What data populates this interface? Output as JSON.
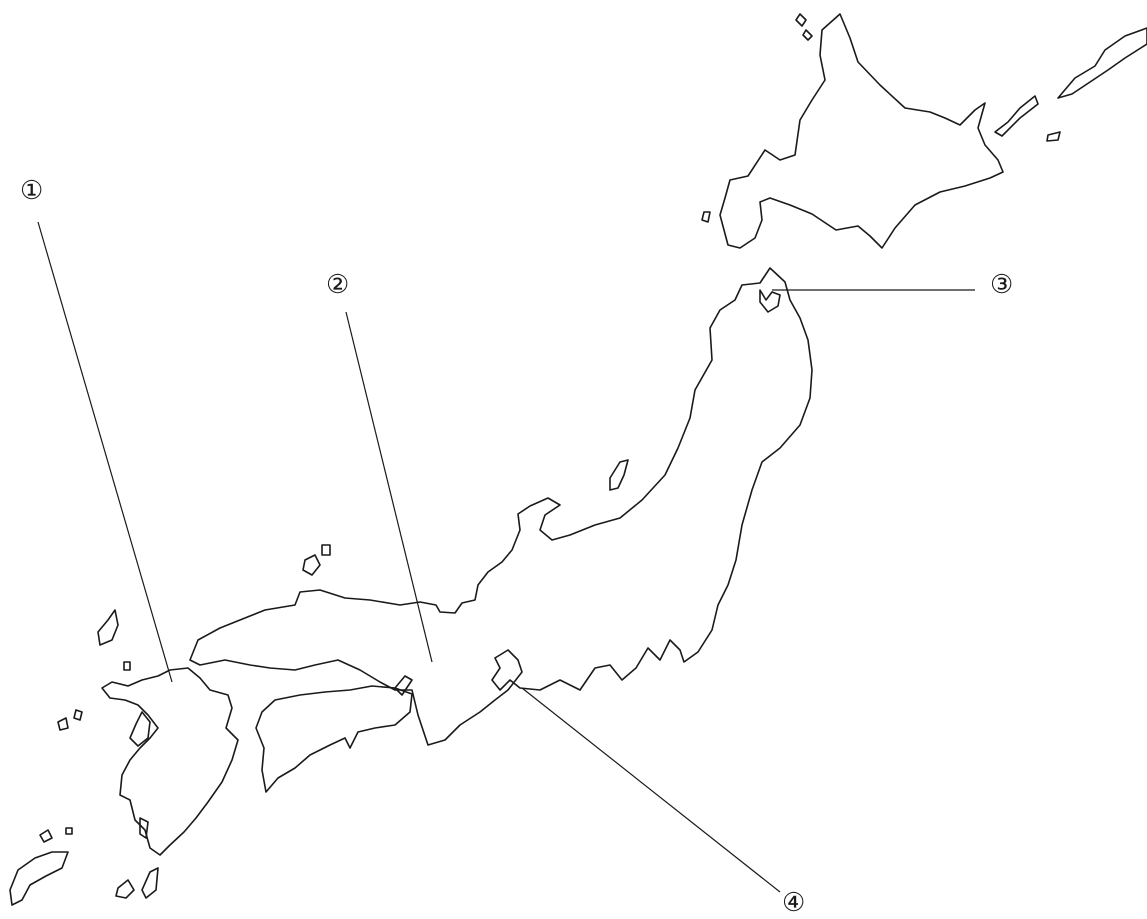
{
  "labels": [
    {
      "id": "1",
      "text": "①"
    },
    {
      "id": "2",
      "text": "②"
    },
    {
      "id": "3",
      "text": "③"
    },
    {
      "id": "4",
      "text": "④"
    }
  ],
  "colors": {
    "stroke": "#1a1a1a",
    "background": "#ffffff"
  }
}
